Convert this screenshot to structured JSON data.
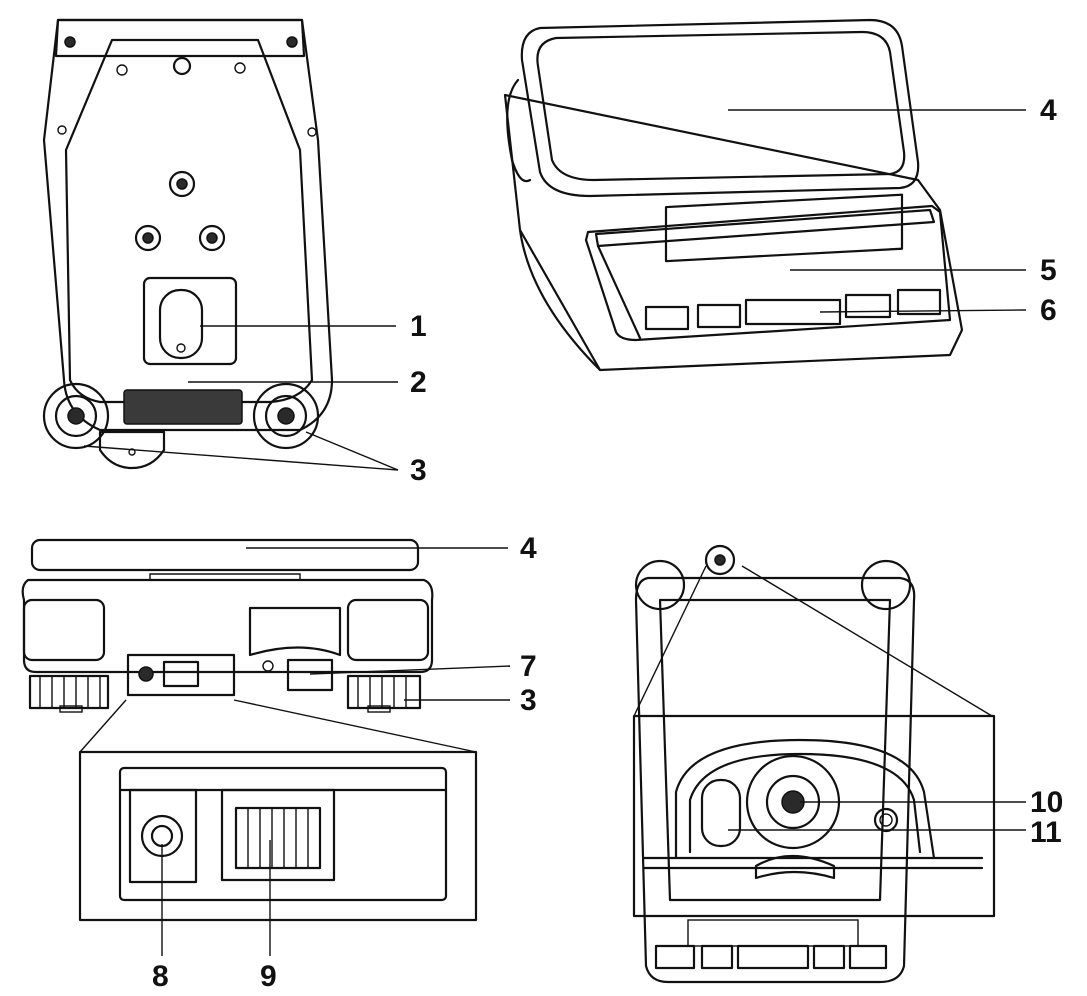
{
  "callouts": [
    {
      "id": "1",
      "label": "1"
    },
    {
      "id": "2",
      "label": "2"
    },
    {
      "id": "3a",
      "label": "3"
    },
    {
      "id": "4a",
      "label": "4"
    },
    {
      "id": "5",
      "label": "5"
    },
    {
      "id": "6",
      "label": "6"
    },
    {
      "id": "4b",
      "label": "4"
    },
    {
      "id": "7",
      "label": "7"
    },
    {
      "id": "3b",
      "label": "3"
    },
    {
      "id": "8",
      "label": "8"
    },
    {
      "id": "9",
      "label": "9"
    },
    {
      "id": "10",
      "label": "10"
    },
    {
      "id": "11",
      "label": "11"
    }
  ]
}
